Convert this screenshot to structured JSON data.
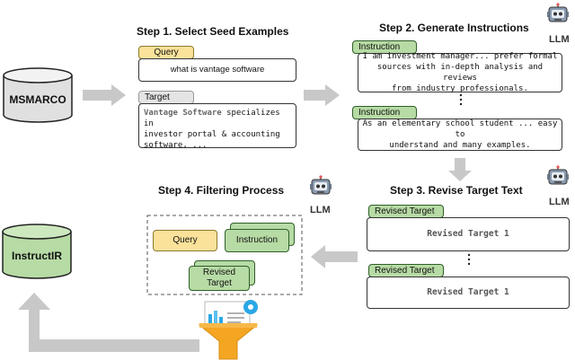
{
  "steps": {
    "step1": "Step 1. Select Seed Examples",
    "step2": "Step 2. Generate Instructions",
    "step3": "Step 3. Revise Target Text",
    "step4": "Step 4. Filtering Process"
  },
  "llm_label": "LLM",
  "databases": {
    "source": "MSMARCO",
    "output": "InstructIR"
  },
  "seed": {
    "query_tag": "Query",
    "query_text": "what is vantage software",
    "target_tag": "Target",
    "target_highlight": "Vantage Software",
    "target_rest_line1": " specializes in",
    "target_line2": "investor portal & accounting",
    "target_line3": "software, ..."
  },
  "instructions": [
    {
      "tag": "Instruction",
      "lines": [
        "I am investment manager... prefer formal",
        "sources with in-depth analysis and reviews",
        "from industry professionals."
      ]
    },
    {
      "tag": "Instruction",
      "lines": [
        "As an elementary school student ... easy to",
        "understand and many examples."
      ]
    }
  ],
  "revised": [
    {
      "tag": "Revised Target",
      "text": "Revised Target 1"
    },
    {
      "tag": "Revised Target",
      "text": "Revised Target 1"
    }
  ],
  "filter": {
    "query": "Query",
    "instruction": "Instruction",
    "revised_line1": "Revised",
    "revised_line2": "Target"
  },
  "colors": {
    "green_fill": "#b7dba5",
    "green_border": "#2f5f28",
    "yellow_fill": "#fbe29a",
    "arrow_grey": "#c8c8c8",
    "funnel_orange": "#f4a623",
    "gear_blue": "#2aa7e6"
  },
  "icons": [
    "robot-icon",
    "funnel-icon",
    "gear-icon",
    "database-icon"
  ]
}
